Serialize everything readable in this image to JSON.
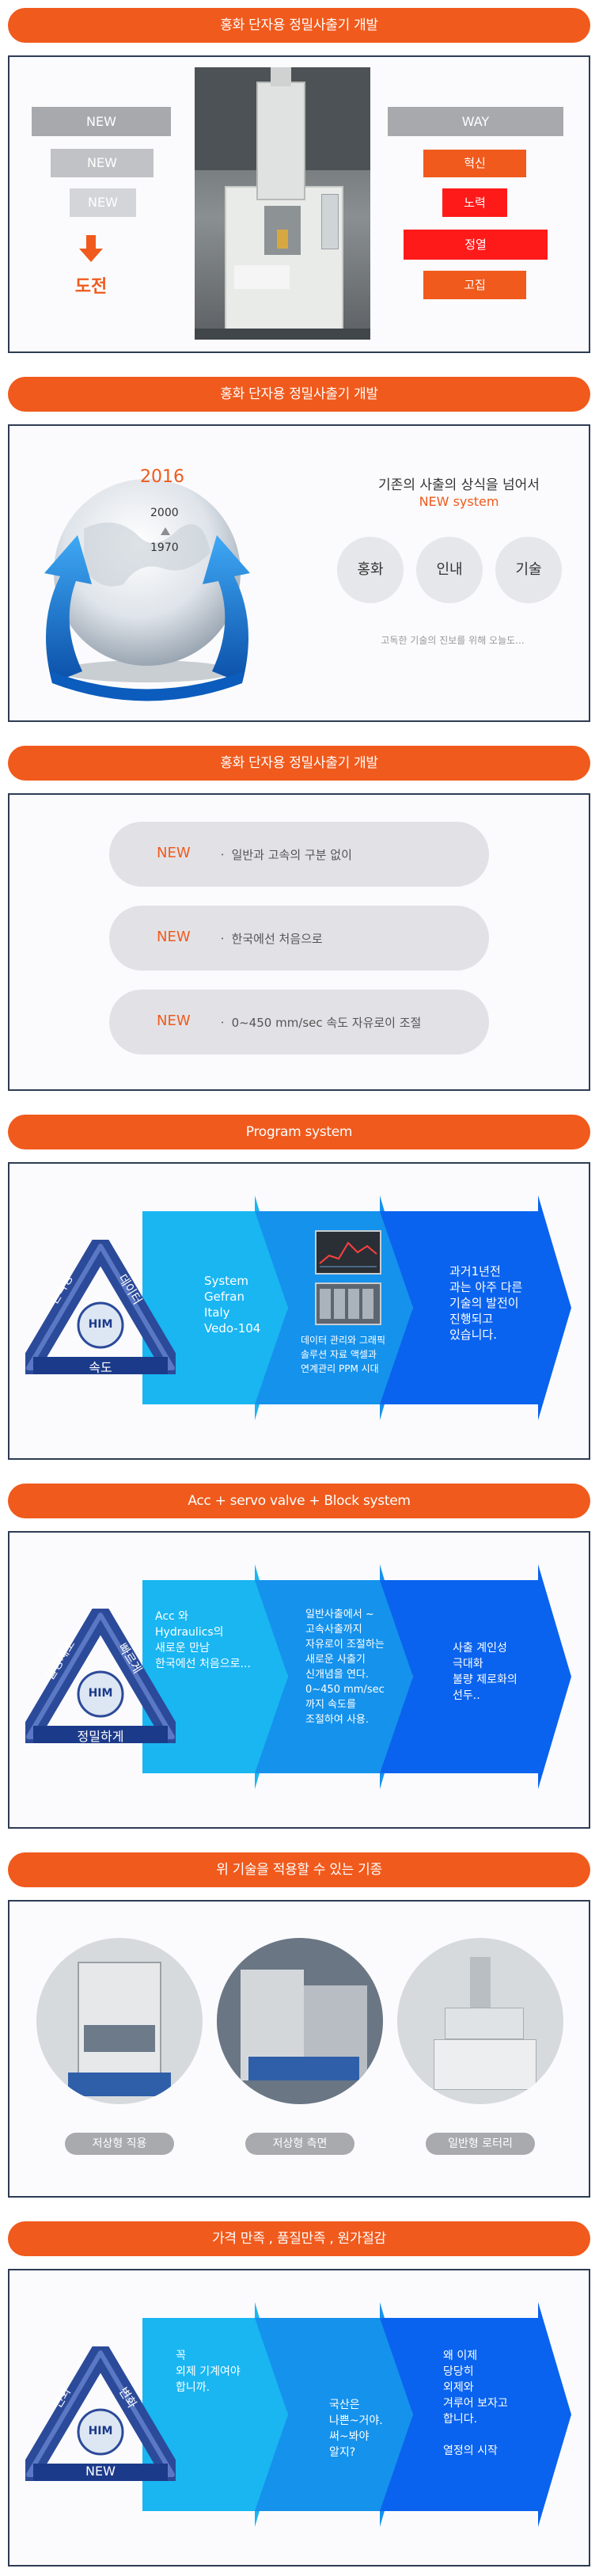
{
  "sections": {
    "s1": {
      "title": "홍화 단자용 정밀사출기 개발",
      "new_labels": [
        "NEW",
        "NEW",
        "NEW"
      ],
      "challenge": "도전",
      "way_label": "WAY",
      "way_items": [
        "혁신",
        "노력",
        "정열",
        "고집"
      ],
      "colors": {
        "accent": "#f05a1c",
        "red": "#ff1a1a"
      }
    },
    "s2": {
      "title": "홍화 단자용 정밀사출기 개발",
      "year_top": "2016",
      "year_mid": "2000",
      "year_bot": "1970",
      "headline": "기존의 사출의 상식을 넘어서",
      "subheadline": "NEW system",
      "circles": [
        "홍화",
        "인내",
        "기술"
      ],
      "caption": "고독한 기술의 진보를 위해 오늘도..."
    },
    "s3": {
      "title": "홍화 단자용 정밀사출기 개발",
      "rows": [
        {
          "tag": "NEW",
          "text": "ㆍ 일반과 고속의 구분 없이"
        },
        {
          "tag": "NEW",
          "text": "ㆍ 한국에선 처음으로"
        },
        {
          "tag": "NEW",
          "text": "ㆍ 0~450 mm/sec 속도 자유로이 조절"
        }
      ]
    },
    "s4": {
      "title": "Program system",
      "tri_left": "신속성",
      "tri_right": "데이터",
      "tri_bottom": "속도",
      "logo": "HIM",
      "arrow1": [
        "System",
        "Gefran",
        "Italy",
        "Vedo-104"
      ],
      "arrow2": [
        "데이터 관리와 그래픽",
        "솔루션 자료 액셀과",
        "연계관리 PPM 시대"
      ],
      "arrow3": [
        "과거1년전",
        "과는 아주 다른",
        "기술의 발전이",
        "진행되고",
        "있습니다."
      ]
    },
    "s5": {
      "title": "Acc + servo valve + Block system",
      "tri_left": "불량제로",
      "tri_right": "빠르게",
      "tri_bottom": "정밀하게",
      "logo": "HIM",
      "arrow1": [
        "Acc 와",
        "Hydraulics의",
        "새로운 만남",
        "한국에선 처음으로..."
      ],
      "arrow2": [
        "일반사출에서 ~",
        "고속사출까지",
        "자유로이 조절하는",
        "새로운 사출기",
        "신개념을 연다.",
        "0~450 mm/sec",
        "까지 속도를",
        "조절하여 사용."
      ],
      "arrow3": [
        "사출 계인성",
        "극대화",
        "불량 제로화의",
        "선두.."
      ]
    },
    "s6": {
      "title": "위 기술을 적용할 수 있는 기종",
      "captions": [
        "저상형 직용",
        "저상형 측면",
        "일반형 로터리"
      ]
    },
    "s7": {
      "title": "가격 만족 , 품질만족 , 원가절감",
      "tri_left": "변화",
      "tri_right": "변화",
      "tri_bottom": "NEW",
      "logo": "HIM",
      "arrow1": [
        "꼭",
        "외제 기계여야",
        "합니까."
      ],
      "arrow2": [
        "국산은",
        "나쁜~거야.",
        "써~봐야",
        "알지?"
      ],
      "arrow3": [
        "왜 이제",
        "당당히",
        "외제와",
        "겨루어 보자고",
        "합니다.",
        "",
        "열정의 시작"
      ]
    }
  }
}
